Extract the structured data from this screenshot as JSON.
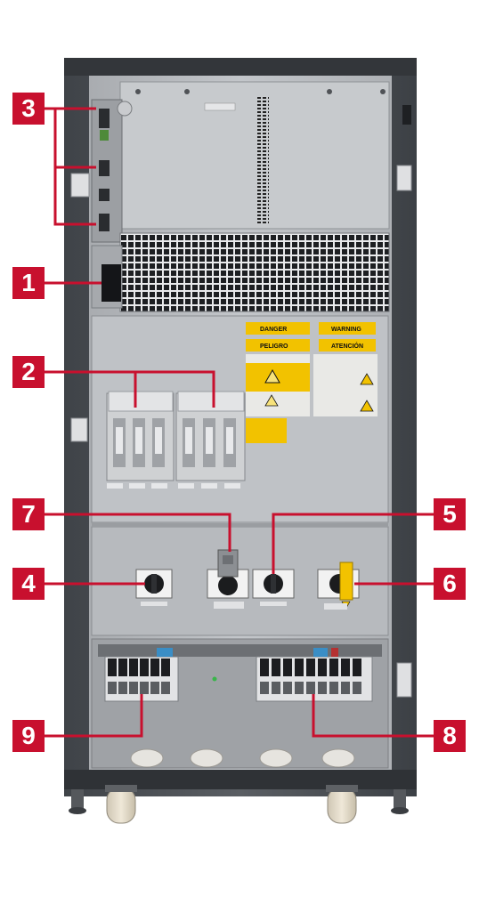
{
  "callouts": {
    "c1": "1",
    "c2": "2",
    "c3": "3",
    "c4": "4",
    "c5": "5",
    "c6": "6",
    "c7": "7",
    "c8": "8",
    "c9": "9"
  },
  "labels": {
    "danger": "DANGER",
    "warning": "WARNING",
    "peligro": "PELIGRO",
    "atencion": "ATENCIÓN"
  },
  "colors": {
    "callout_red": "#c8102e",
    "cabinet_frame": "#4a4e54",
    "panel_gray": "#b9bcc0",
    "warning_yellow": "#f2c200"
  }
}
